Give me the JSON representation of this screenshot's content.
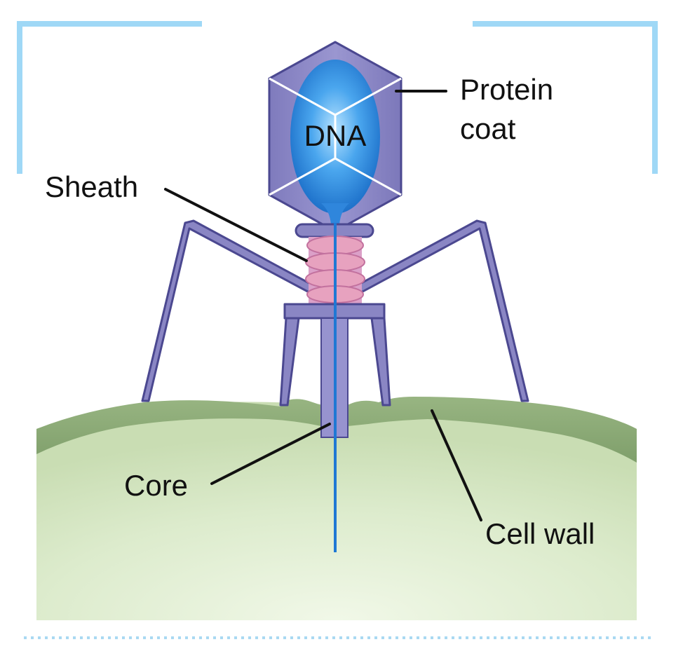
{
  "labels": {
    "dna": "DNA",
    "protein_coat_line1": "Protein",
    "protein_coat_line2": "coat",
    "sheath": "Sheath",
    "core": "Core",
    "cell_wall": "Cell wall"
  },
  "colors": {
    "frame_accent": "#9fd8f6",
    "capsid_purple": "#8a86c4",
    "capsid_edge": "#4b4890",
    "dna_blue": "#1f78d4",
    "sheath_pink": "#e7a2bf",
    "cell_wall_green": "#8fad7a",
    "cell_interior": "#dbebcc",
    "dotted_rule": "#a9d9f2"
  }
}
